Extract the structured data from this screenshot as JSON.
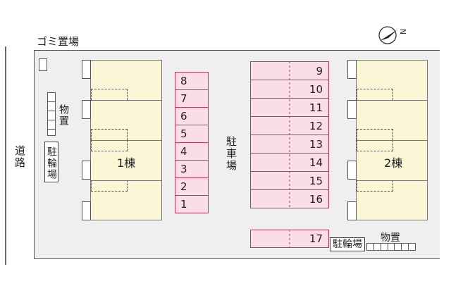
{
  "road_label": "道路",
  "garbage_label": "ゴミ置場",
  "storage_left_label": "物置",
  "bike_left_label": "駐輪場",
  "bike_right_label": "駐輪場",
  "storage_right_label": "物置",
  "parking_label": "駐車場",
  "building1_label": "1棟",
  "building2_label": "2棟",
  "compass_letter": "N",
  "parking_left": [
    "8",
    "7",
    "6",
    "5",
    "4",
    "3",
    "2",
    "1"
  ],
  "parking_right": [
    "9",
    "10",
    "11",
    "12",
    "13",
    "14",
    "15",
    "16"
  ],
  "parking_single": "17",
  "colors": {
    "parking_fill": "#fbdde6",
    "parking_border": "#c0395a",
    "building_fill": "#fbf7d6",
    "lot_fill": "#efefef"
  }
}
